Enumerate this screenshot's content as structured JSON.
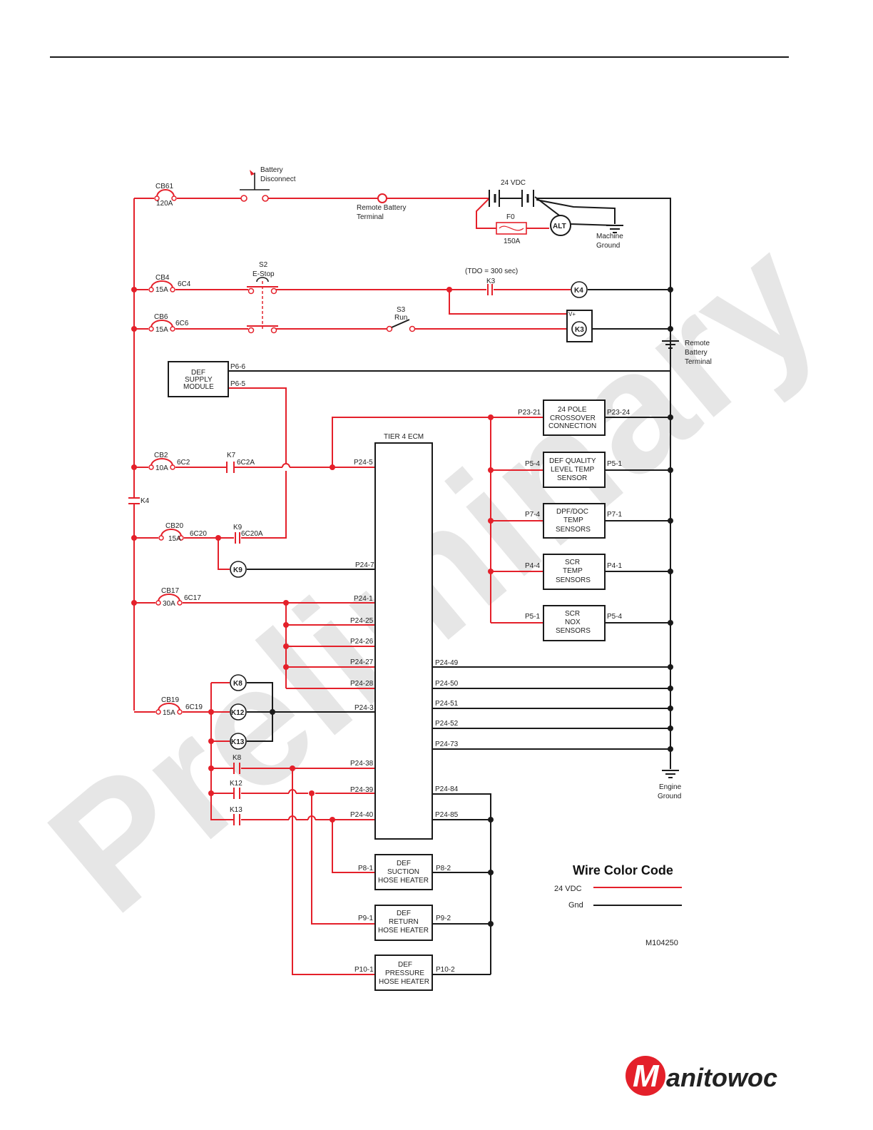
{
  "watermark": "Preliminary",
  "battery": {
    "disconnect_1": "Battery",
    "disconnect_2": "Disconnect",
    "remote_term_1": "Remote Battery",
    "remote_term_2": "Terminal",
    "vdc": "24 VDC",
    "fuse_name": "F0",
    "fuse_rating": "150A",
    "alt": "ALT",
    "mground_1": "Machine",
    "mground_2": "Ground"
  },
  "breakers": {
    "cb61": {
      "name": "CB61",
      "rating": "120A"
    },
    "cb4": {
      "name": "CB4",
      "rating": "15A",
      "wire": "6C4"
    },
    "cb6": {
      "name": "CB6",
      "rating": "15A",
      "wire": "6C6"
    },
    "cb2": {
      "name": "CB2",
      "rating": "10A",
      "wire": "6C2"
    },
    "cb20": {
      "name": "CB20",
      "rating": "15A",
      "wire": "6C20"
    },
    "cb17": {
      "name": "CB17",
      "rating": "30A",
      "wire": "6C17"
    },
    "cb19": {
      "name": "CB19",
      "rating": "15A",
      "wire": "6C19"
    }
  },
  "switches": {
    "s2_name": "S2",
    "s2_label": "E-Stop",
    "s3_name": "S3",
    "s3_label": "Run"
  },
  "timer": {
    "tdo": "(TDO = 300 sec)",
    "k3": "K3",
    "vplus": "V+"
  },
  "relays": {
    "k4": "K4",
    "k3": "K3",
    "k9": "K9",
    "k8": "K8",
    "k12": "K12",
    "k13": "K13"
  },
  "contacts": {
    "k7": "K7",
    "k7_wire": "6C2A",
    "k9": "K9",
    "k9_wire": "6C20A",
    "k4": "K4",
    "k8": "K8",
    "k12": "K12",
    "k13": "K13"
  },
  "ground": {
    "remote_1": "Remote",
    "remote_2": "Battery",
    "remote_3": "Terminal",
    "engine_1": "Engine",
    "engine_2": "Ground"
  },
  "def_supply": {
    "l1": "DEF",
    "l2": "SUPPLY",
    "l3": "MODULE",
    "p1": "P6-6",
    "p2": "P6-5"
  },
  "ecm": {
    "label": "TIER 4 ECM"
  },
  "ecm_pins": {
    "p24_5": "P24-5",
    "p24_7": "P24-7",
    "p24_1": "P24-1",
    "p24_25": "P24-25",
    "p24_26": "P24-26",
    "p24_27": "P24-27",
    "p24_28": "P24-28",
    "p24_3": "P24-3",
    "p24_38": "P24-38",
    "p24_39": "P24-39",
    "p24_40": "P24-40",
    "p24_49": "P24-49",
    "p24_50": "P24-50",
    "p24_51": "P24-51",
    "p24_52": "P24-52",
    "p24_73": "P24-73",
    "p24_84": "P24-84",
    "p24_85": "P24-85"
  },
  "sensors": [
    {
      "l1": "24 POLE",
      "l2": "CROSSOVER",
      "l3": "CONNECTION",
      "left": "P23-21",
      "right": "P23-24"
    },
    {
      "l1": "DEF QUALITY",
      "l2": "LEVEL TEMP",
      "l3": "SENSOR",
      "left": "P5-4",
      "right": "P5-1"
    },
    {
      "l1": "DPF/DOC",
      "l2": "TEMP",
      "l3": "SENSORS",
      "left": "P7-4",
      "right": "P7-1"
    },
    {
      "l1": "SCR",
      "l2": "TEMP",
      "l3": "SENSORS",
      "left": "P4-4",
      "right": "P4-1"
    },
    {
      "l1": "SCR",
      "l2": "NOX",
      "l3": "SENSORS",
      "left": "P5-1",
      "right": "P5-4"
    }
  ],
  "heaters": [
    {
      "l1": "DEF",
      "l2": "SUCTION",
      "l3": "HOSE HEATER",
      "left": "P8-1",
      "right": "P8-2"
    },
    {
      "l1": "DEF",
      "l2": "RETURN",
      "l3": "HOSE HEATER",
      "left": "P9-1",
      "right": "P9-2"
    },
    {
      "l1": "DEF",
      "l2": "PRESSURE",
      "l3": "HOSE HEATER",
      "left": "P10-1",
      "right": "P10-2"
    }
  ],
  "legend": {
    "title": "Wire Color Code",
    "vdc": "24 VDC",
    "gnd": "Gnd",
    "red": "#e4202a",
    "black": "#1a1a1a"
  },
  "drawing_number": "M104250",
  "logo": {
    "text": "Manitowoc",
    "color": "#e4202a"
  }
}
